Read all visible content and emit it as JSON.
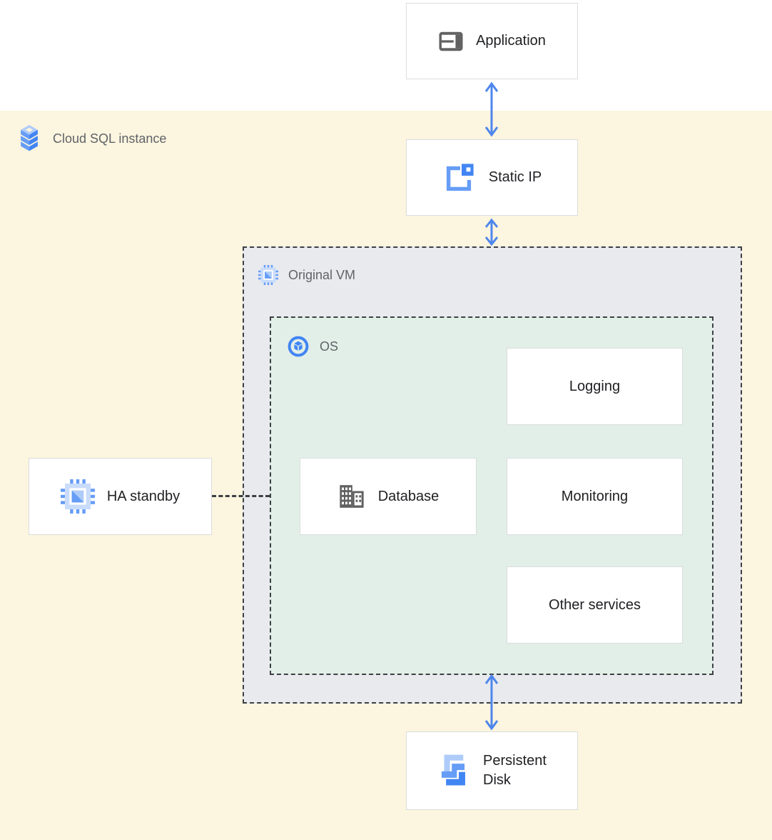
{
  "colors": {
    "background_white": "#ffffff",
    "background_yellow": "#fcf5df",
    "vm_region_fill": "#e9eaee",
    "os_region_fill": "#e2efe8",
    "node_border": "#dadce0",
    "dashed_border": "#3c4043",
    "arrow_blue": "#4e86ec",
    "label_dark": "#202124",
    "label_gray": "#5f6368",
    "icon_gray": "#616161",
    "blue_light": "#aecbfa",
    "blue_mid": "#669df6",
    "blue_dark": "#4285f4",
    "blue_frame": "#c9dcfb"
  },
  "regions": {
    "cloud_sql_instance": {
      "label": "Cloud SQL instance"
    },
    "original_vm": {
      "label": "Original VM"
    },
    "os": {
      "label": "OS"
    }
  },
  "nodes": {
    "application": {
      "label": "Application"
    },
    "static_ip": {
      "label": "Static IP"
    },
    "ha_standby": {
      "label": "HA standby"
    },
    "database": {
      "label": "Database"
    },
    "logging": {
      "label": "Logging"
    },
    "monitoring": {
      "label": "Monitoring"
    },
    "other_services": {
      "label": "Other services"
    },
    "persistent_disk": {
      "label_line1": "Persistent",
      "label_line2": "Disk"
    }
  }
}
